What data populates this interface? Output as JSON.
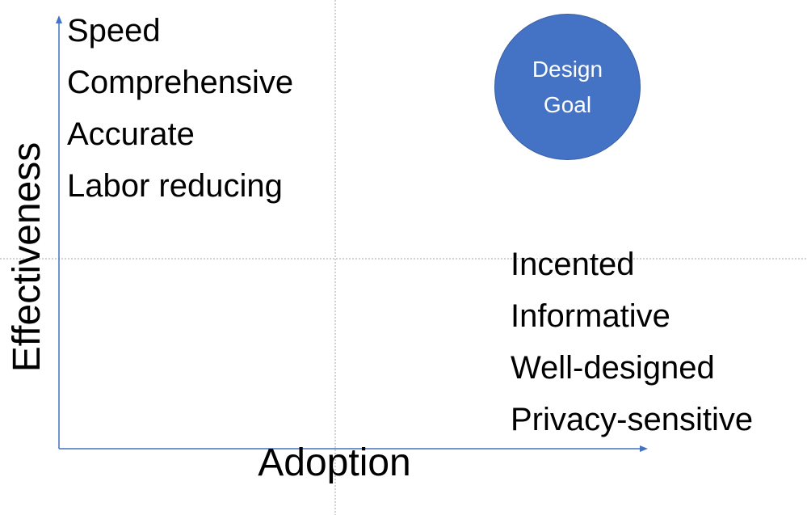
{
  "diagram": {
    "y_axis_label": "Effectiveness",
    "x_axis_label": "Adoption",
    "effectiveness_items": [
      "Speed",
      "Comprehensive",
      "Accurate",
      "Labor reducing"
    ],
    "adoption_items": [
      "Incented",
      "Informative",
      "Well-designed",
      "Privacy-sensitive"
    ],
    "goal": {
      "line1": "Design",
      "line2": "Goal"
    }
  },
  "colors": {
    "axis": "#4472C4",
    "goal_fill": "#4472C4",
    "divider": "#A6A6A6",
    "text": "#000000"
  },
  "icons": {
    "y_axis_arrow": "arrow-up-icon",
    "x_axis_arrow": "arrow-right-icon"
  }
}
